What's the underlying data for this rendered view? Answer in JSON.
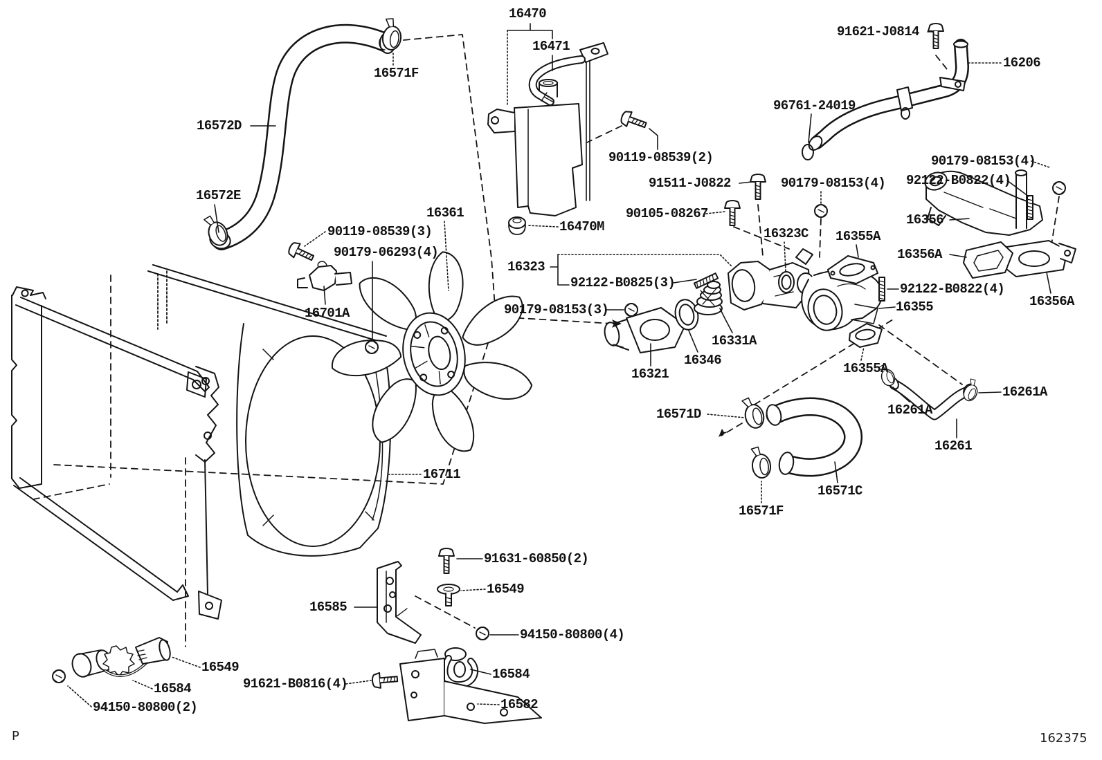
{
  "diagram": {
    "type": "parts-diagram",
    "page_marker": "P",
    "drawing_number": "162375",
    "colors": {
      "background": "#ffffff",
      "line": "#141414",
      "label": "#111111"
    },
    "labels": [
      {
        "text": "16470"
      },
      {
        "text": "16471"
      },
      {
        "text": "91621-J0814"
      },
      {
        "text": "16206"
      },
      {
        "text": "96761-24019"
      },
      {
        "text": "90119-08539(2)"
      },
      {
        "text": "16571F"
      },
      {
        "text": "16572D"
      },
      {
        "text": "16572E"
      },
      {
        "text": "90119-08539(3)"
      },
      {
        "text": "90179-06293(4)"
      },
      {
        "text": "16361"
      },
      {
        "text": "16701A"
      },
      {
        "text": "91511-J0822"
      },
      {
        "text": "90105-08267"
      },
      {
        "text": "16470M"
      },
      {
        "text": "90179-08153(4)"
      },
      {
        "text": "90179-08153(4)"
      },
      {
        "text": "92122-B0822(4)"
      },
      {
        "text": "16323C"
      },
      {
        "text": "16355A"
      },
      {
        "text": "16356"
      },
      {
        "text": "16356A"
      },
      {
        "text": "16323"
      },
      {
        "text": "92122-B0825(3)"
      },
      {
        "text": "92122-B0822(4)"
      },
      {
        "text": "16355"
      },
      {
        "text": "16356A"
      },
      {
        "text": "90179-08153(3)"
      },
      {
        "text": "16331A"
      },
      {
        "text": "16346"
      },
      {
        "text": "16321"
      },
      {
        "text": "16355A"
      },
      {
        "text": "16571D"
      },
      {
        "text": "16261A"
      },
      {
        "text": "16261A"
      },
      {
        "text": "16261"
      },
      {
        "text": "16711"
      },
      {
        "text": "16571C"
      },
      {
        "text": "16571F"
      },
      {
        "text": "91631-60850(2)"
      },
      {
        "text": "16549"
      },
      {
        "text": "16585"
      },
      {
        "text": "94150-80800(4)"
      },
      {
        "text": "16549"
      },
      {
        "text": "91621-B0816(4)"
      },
      {
        "text": "16584"
      },
      {
        "text": "16584"
      },
      {
        "text": "16582"
      },
      {
        "text": "94150-80800(2)"
      }
    ]
  }
}
